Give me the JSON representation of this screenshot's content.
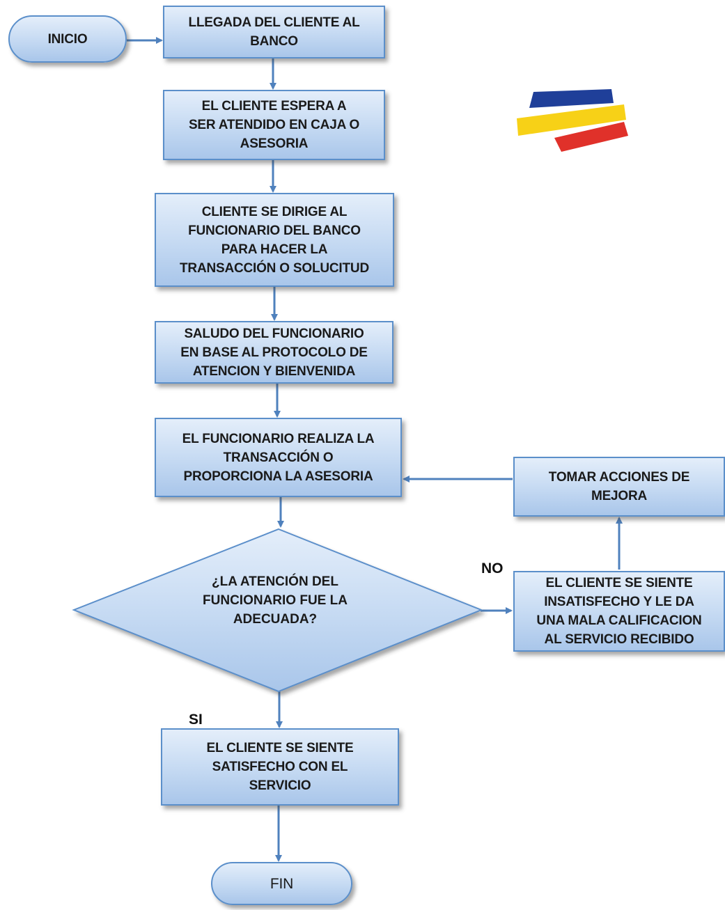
{
  "nodes": {
    "inicio": "INICIO",
    "llegada": "LLEGADA DEL CLIENTE AL\nBANCO",
    "espera": "EL CLIENTE ESPERA  A\nSER ATENDIDO EN CAJA O\nASESORIA",
    "dirige": "CLIENTE SE DIRIGE AL\nFUNCIONARIO DEL BANCO\nPARA HACER LA\nTRANSACCIÓN O SOLUCITUD",
    "saludo": "SALUDO DEL FUNCIONARIO\nEN  BASE AL PROTOCOLO DE\nATENCION Y BIENVENIDA",
    "realiza": "EL FUNCIONARIO  REALIZA LA\nTRANSACCIÓN O\nPROPORCIONA LA ASESORIA",
    "decision": "¿LA ATENCIÓN DEL\nFUNCIONARIO FUE LA\nADECUADA?",
    "insatisfecho": "EL CLIENTE SE SIENTE\nINSATISFECHO Y LE DA\nUNA MALA CALIFICACION\nAL SERVICIO RECIBIDO",
    "tomar": "TOMAR ACCIONES DE\nMEJORA",
    "satisfecho": "EL CLIENTE SE SIENTE\nSATISFECHO CON EL\nSERVICIO",
    "fin": "FIN"
  },
  "labels": {
    "no": "NO",
    "si": "SI"
  },
  "colors": {
    "box_border": "#5b8fca",
    "arrow": "#4f81bd",
    "logo_blue": "#1f3f99",
    "logo_yellow": "#f7d117",
    "logo_red": "#e0312a"
  }
}
